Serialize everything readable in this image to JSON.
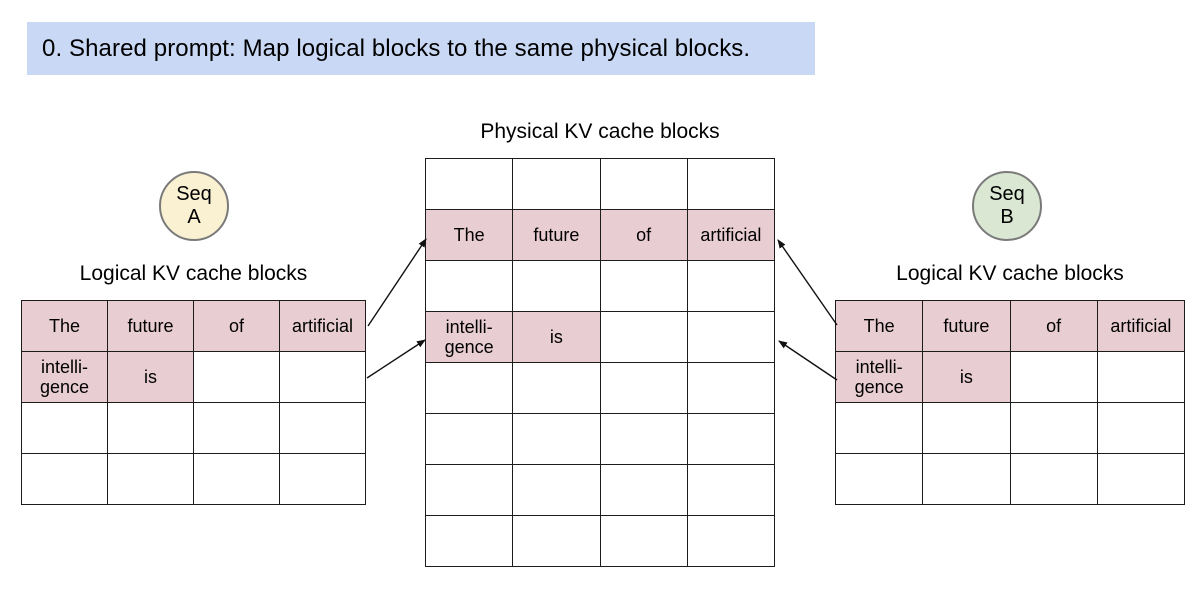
{
  "banner": {
    "text": "0. Shared prompt: Map logical blocks to the same physical blocks."
  },
  "colors": {
    "banner_bg": "#c9d8f4",
    "highlight_cell": "#e8cdd3",
    "seq_a_fill": "#faf0d2",
    "seq_b_fill": "#d9e7d3",
    "circle_border": "#7a7a7a",
    "table_border": "#1c1c1c"
  },
  "physical": {
    "title": "Physical KV cache blocks",
    "grid": [
      [
        "",
        "",
        "",
        ""
      ],
      [
        "The",
        "future",
        "of",
        "artificial"
      ],
      [
        "",
        "",
        "",
        ""
      ],
      [
        "intelli-gence",
        "is",
        "",
        ""
      ],
      [
        "",
        "",
        "",
        ""
      ],
      [
        "",
        "",
        "",
        ""
      ],
      [
        "",
        "",
        "",
        ""
      ],
      [
        "",
        "",
        "",
        ""
      ]
    ]
  },
  "seq_a": {
    "badge": {
      "line1": "Seq",
      "line2": "A"
    },
    "title": "Logical KV cache blocks",
    "grid": [
      [
        "The",
        "future",
        "of",
        "artificial"
      ],
      [
        "intelli-gence",
        "is",
        "",
        ""
      ],
      [
        "",
        "",
        "",
        ""
      ],
      [
        "",
        "",
        "",
        ""
      ]
    ]
  },
  "seq_b": {
    "badge": {
      "line1": "Seq",
      "line2": "B"
    },
    "title": "Logical KV cache blocks",
    "grid": [
      [
        "The",
        "future",
        "of",
        "artificial"
      ],
      [
        "intelli-gence",
        "is",
        "",
        ""
      ],
      [
        "",
        "",
        "",
        ""
      ],
      [
        "",
        "",
        "",
        ""
      ]
    ]
  }
}
